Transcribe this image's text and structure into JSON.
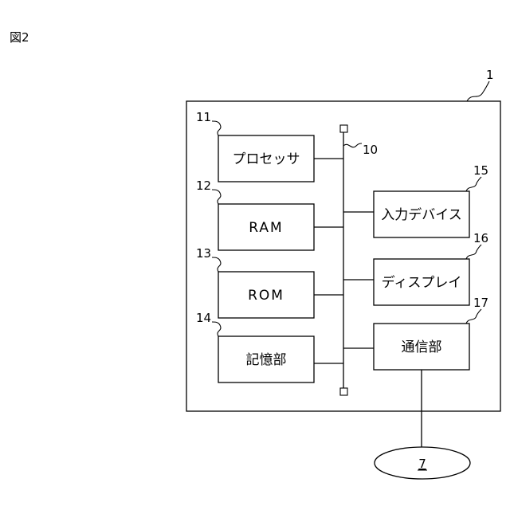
{
  "figure": {
    "title": "図2"
  },
  "device": {
    "ref": "1"
  },
  "bus": {
    "ref": "10"
  },
  "blocks": [
    {
      "id": "processor",
      "ref": "11",
      "label": "プロセッサ"
    },
    {
      "id": "ram",
      "ref": "12",
      "label": "RAM"
    },
    {
      "id": "rom",
      "ref": "13",
      "label": "ROM"
    },
    {
      "id": "storage",
      "ref": "14",
      "label": "記憶部"
    },
    {
      "id": "input-device",
      "ref": "15",
      "label": "入力デバイス"
    },
    {
      "id": "display",
      "ref": "16",
      "label": "ディスプレイ"
    },
    {
      "id": "communication",
      "ref": "17",
      "label": "通信部"
    }
  ],
  "network": {
    "ref": "7"
  }
}
